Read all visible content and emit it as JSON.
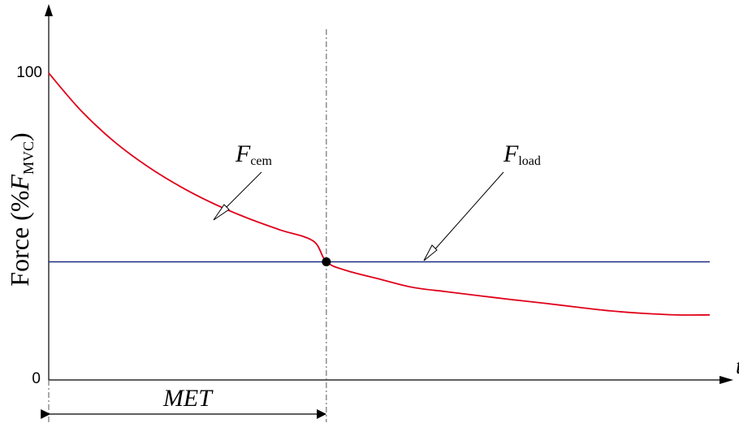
{
  "chart_data": {
    "type": "line",
    "ylabel": {
      "main": "Force (%",
      "var": "F",
      "sub": "MVC",
      "close": ")"
    },
    "xlabel": "t",
    "y_ticks": [
      "0",
      "100"
    ],
    "ylim": [
      0,
      100
    ],
    "xlim": [
      0,
      1
    ],
    "series": [
      {
        "key": "fcem",
        "color": "#e0001a",
        "x": [
          0,
          0.05,
          0.1,
          0.15,
          0.2,
          0.25,
          0.3,
          0.35,
          0.4,
          0.42,
          0.45,
          0.5,
          0.55,
          0.6,
          0.65,
          0.7,
          0.75,
          0.8,
          0.85,
          0.9,
          0.95,
          1.0
        ],
        "y": [
          100,
          87.5,
          77.5,
          69.5,
          62.9,
          57.4,
          52.8,
          48.9,
          45.3,
          38.5,
          35.7,
          32.9,
          30.2,
          28.8,
          27.5,
          26.2,
          25.0,
          23.7,
          22.5,
          21.7,
          21.2,
          21.2
        ]
      },
      {
        "key": "fload",
        "color": "#1f2d80",
        "x": [
          0,
          1
        ],
        "y": [
          38.5,
          38.5
        ]
      }
    ],
    "intersection": {
      "x": 0.42,
      "y": 38.5
    },
    "annotations": [
      {
        "key": "fcem",
        "var": "F",
        "sub": "cem"
      },
      {
        "key": "fload",
        "var": "F",
        "sub": "load"
      }
    ],
    "interval": {
      "label": "MET",
      "from": 0,
      "to": 0.42
    }
  }
}
